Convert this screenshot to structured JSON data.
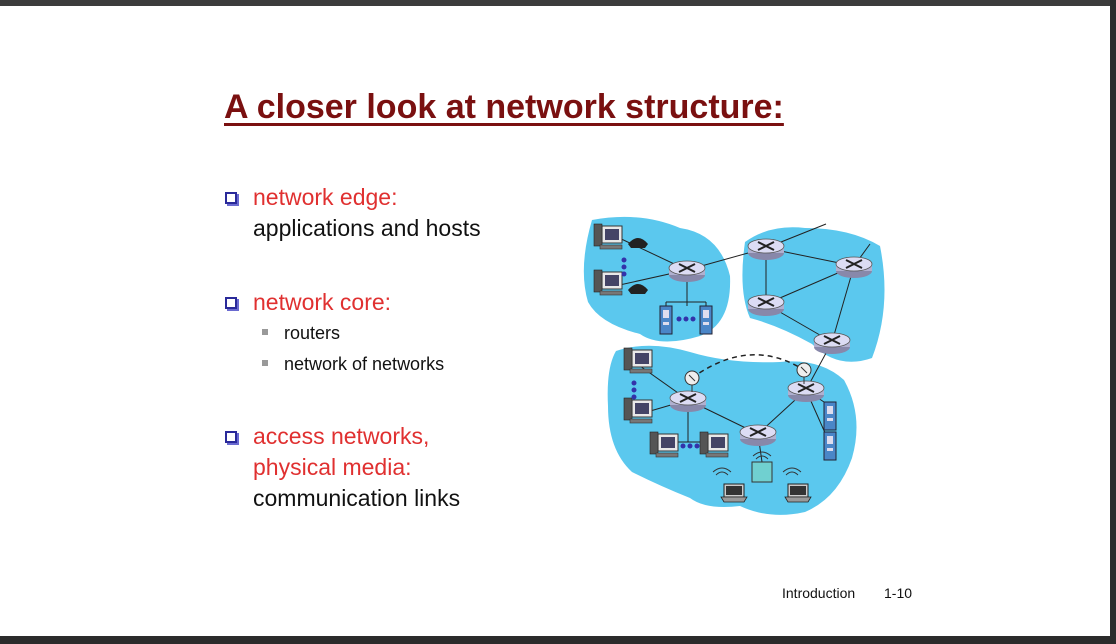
{
  "slide": {
    "title": "A closer look at network structure:",
    "bullets": [
      {
        "heading": "network edge:",
        "detail": "applications and hosts"
      },
      {
        "heading": "network core:",
        "subitems": [
          "routers",
          "network of networks"
        ]
      },
      {
        "heading_line1": "access networks,",
        "heading_line2": "physical media:",
        "detail": "communication links"
      }
    ],
    "footer": {
      "section": "Introduction",
      "page": "1-10"
    }
  },
  "colors": {
    "title": "#7a1010",
    "bullet_heading": "#e03030",
    "bullet_box": "#2a2a9a",
    "network_blob": "#5bc8ee"
  },
  "diagram": {
    "icons": [
      "router-icon",
      "desktop-computer-icon",
      "telephone-icon",
      "server-icon",
      "laptop-icon",
      "satellite-dish-icon",
      "wireless-access-point-icon"
    ]
  }
}
